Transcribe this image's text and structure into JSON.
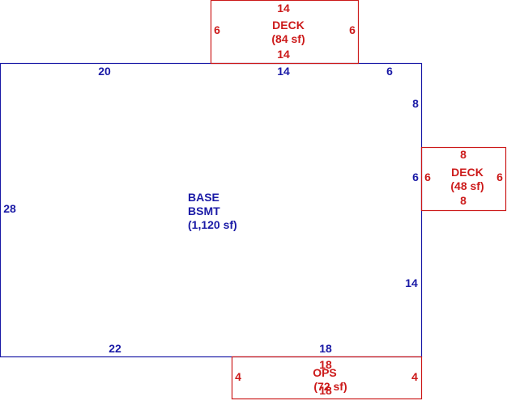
{
  "colors": {
    "base": "#1a1aa6",
    "addition": "#cc1a1a"
  },
  "base": {
    "name_line1": "BASE",
    "name_line2": "BSMT",
    "area": "(1,120 sf)",
    "dims": {
      "top_left": "20",
      "top_mid": "14",
      "top_right": "6",
      "right_upper": "8",
      "right_mid": "6",
      "right_lower": "14",
      "bottom_left": "22",
      "bottom_right": "18",
      "left": "28"
    }
  },
  "deck_top": {
    "name": "DECK",
    "area": "(84 sf)",
    "dims": {
      "top": "14",
      "bottom": "14",
      "left": "6",
      "right": "6"
    }
  },
  "deck_right": {
    "name": "DECK",
    "area": "(48 sf)",
    "dims": {
      "top": "8",
      "bottom": "8",
      "left": "6",
      "right": "6"
    }
  },
  "ops": {
    "name": "OPS",
    "area": "(72 sf)",
    "dims": {
      "top": "18",
      "bottom": "18",
      "left": "4",
      "right": "4"
    }
  }
}
